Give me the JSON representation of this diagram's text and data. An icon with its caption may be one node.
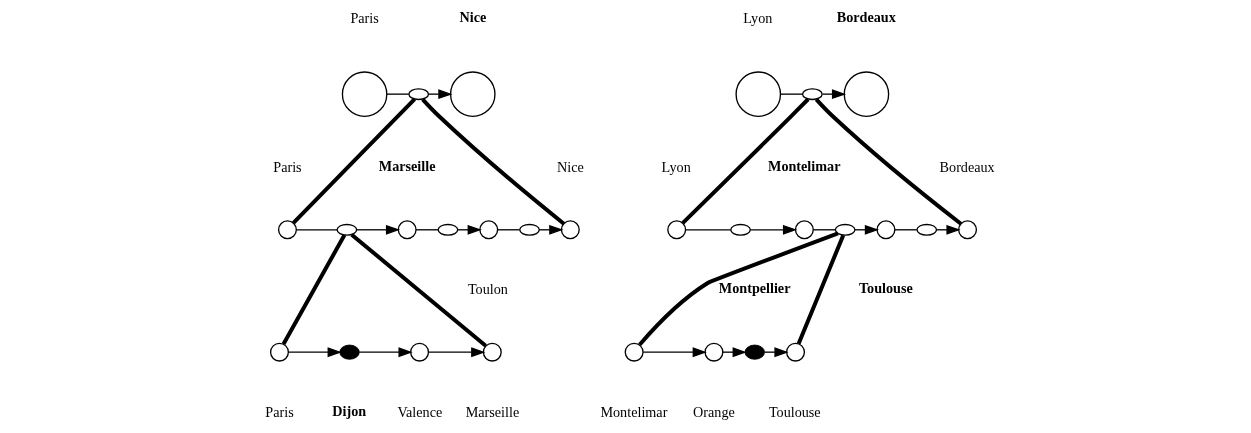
{
  "diagram": {
    "nodes": [
      {
        "text": [],
        "shape": "circle",
        "beside": [
          "Paris"
        ]
      },
      {
        "text": [],
        "shape": "ellipse"
      },
      {
        "text": [],
        "shape": "circle",
        "beside": [
          "Nice"
        ]
      },
      {
        "text": [],
        "shape": "circle",
        "beside": [
          "Paris"
        ]
      },
      {
        "text": [],
        "shape": "ellipse"
      },
      {
        "text": [],
        "shape": "circle",
        "beside": [
          "Marseille"
        ]
      },
      {
        "text": [],
        "shape": "ellipse"
      },
      {
        "text": [],
        "shape": "circle",
        "beside": [
          "Toulon"
        ]
      },
      {
        "text": [],
        "shape": "ellipse"
      },
      {
        "text": [],
        "shape": "circle",
        "beside": [
          "Nice"
        ]
      },
      {
        "text": [],
        "shape": "circle",
        "beside": [
          "Paris"
        ]
      },
      {
        "text": [],
        "shape": "dot",
        "beside": [
          "Dijon"
        ]
      },
      {
        "text": [],
        "shape": "circle",
        "beside": [
          "Valence"
        ]
      },
      {
        "text": [],
        "shape": "circle",
        "beside": [
          "Marseille"
        ]
      },
      {
        "text": [],
        "shape": "circle",
        "beside": [
          "Lyon"
        ]
      },
      {
        "text": [],
        "shape": "ellipse"
      },
      {
        "text": [],
        "shape": "circle",
        "beside": [
          "Bordeaux"
        ]
      },
      {
        "text": [],
        "shape": "circle",
        "beside": [
          "Lyon"
        ]
      },
      {
        "text": [],
        "shape": "ellipse"
      },
      {
        "text": [],
        "shape": "circle",
        "beside": [
          "Montelimar"
        ]
      },
      {
        "text": [],
        "shape": "ellipse"
      },
      {
        "text": [],
        "shape": "circle",
        "beside": [
          "Toulouse"
        ]
      },
      {
        "text": [],
        "shape": "ellipse"
      },
      {
        "text": [],
        "shape": "circle",
        "beside": [
          "Bordeaux"
        ]
      },
      {
        "text": [],
        "shape": "circle",
        "beside": [
          "Montelimar"
        ]
      },
      {
        "text": [],
        "shape": "circle",
        "beside": [
          "Orange"
        ]
      },
      {
        "text": [],
        "shape": "dot",
        "beside": [
          "Montpellier"
        ]
      },
      {
        "text": [],
        "shape": "circle",
        "beside": [
          "Toulouse"
        ]
      }
    ],
    "edges": [
      {
        "from": 0,
        "to": 1,
        "arrow": "none"
      },
      {
        "from": 1,
        "to": 2,
        "arrow": "to"
      },
      {
        "from": 3,
        "to": 4,
        "arrow": "none"
      },
      {
        "from": 4,
        "to": 5,
        "arrow": "to"
      },
      {
        "from": 5,
        "to": 6,
        "arrow": "none"
      },
      {
        "from": 6,
        "to": 7,
        "arrow": "to"
      },
      {
        "from": 7,
        "to": 8,
        "arrow": "none"
      },
      {
        "from": 8,
        "to": 9,
        "arrow": "to"
      },
      {
        "from": 10,
        "to": 11,
        "arrow": "to"
      },
      {
        "from": 11,
        "to": 12,
        "arrow": "to"
      },
      {
        "from": 12,
        "to": 13,
        "arrow": "to"
      },
      {
        "from": 1,
        "to": 3,
        "arrow": "none",
        "style": "thick"
      },
      {
        "from": 1,
        "to": 9,
        "arrow": "none",
        "style": "thick"
      },
      {
        "from": 4,
        "to": 10,
        "arrow": "none",
        "style": "thick"
      },
      {
        "from": 4,
        "to": 13,
        "arrow": "none",
        "style": "thick"
      },
      {
        "from": 14,
        "to": 15,
        "arrow": "none"
      },
      {
        "from": 15,
        "to": 16,
        "arrow": "to"
      },
      {
        "from": 17,
        "to": 18,
        "arrow": "none"
      },
      {
        "from": 18,
        "to": 19,
        "arrow": "to"
      },
      {
        "from": 19,
        "to": 20,
        "arrow": "none"
      },
      {
        "from": 20,
        "to": 21,
        "arrow": "to"
      },
      {
        "from": 21,
        "to": 22,
        "arrow": "none"
      },
      {
        "from": 22,
        "to": 23,
        "arrow": "to"
      },
      {
        "from": 24,
        "to": 25,
        "arrow": "to"
      },
      {
        "from": 25,
        "to": 26,
        "arrow": "to"
      },
      {
        "from": 26,
        "to": 27,
        "arrow": "to"
      },
      {
        "from": 15,
        "to": 17,
        "arrow": "none",
        "style": "thick"
      },
      {
        "from": 15,
        "to": 23,
        "arrow": "none",
        "style": "thick"
      },
      {
        "from": 20,
        "to": 24,
        "arrow": "none",
        "style": "thick"
      },
      {
        "from": 20,
        "to": 27,
        "arrow": "none",
        "style": "thick"
      }
    ]
  }
}
